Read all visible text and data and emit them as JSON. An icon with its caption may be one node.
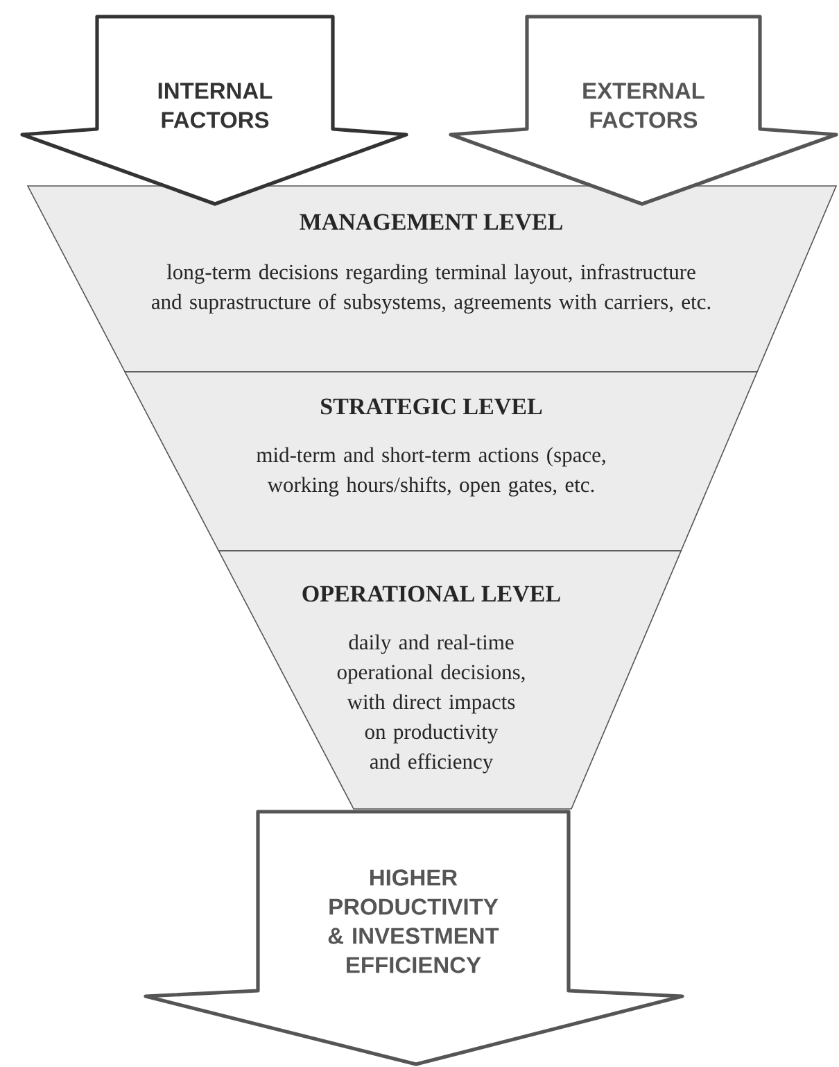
{
  "diagram": {
    "nodes": [
      {
        "text": [
          "INTERNAL FACTORS"
        ]
      },
      {
        "text": [
          "EXTERNAL FACTORS"
        ]
      },
      {
        "text": [
          "MANAGEMENT LEVEL",
          "long-term decisions regarding terminal layout, infrastructure and suprastructure of subsystems, agreements with carriers, etc."
        ]
      },
      {
        "text": [
          "STRATEGIC LEVEL",
          "mid-term and short-term actions (space, working hours/shifts, open gates, etc."
        ]
      },
      {
        "text": [
          "OPERATIONAL LEVEL",
          "daily and real-time operational decisions, with direct impacts on productivity and efficiency"
        ]
      },
      {
        "text": [
          "HIGHER PRODUCTIVITY & INVESTMENT EFFICIENCY"
        ]
      }
    ]
  }
}
